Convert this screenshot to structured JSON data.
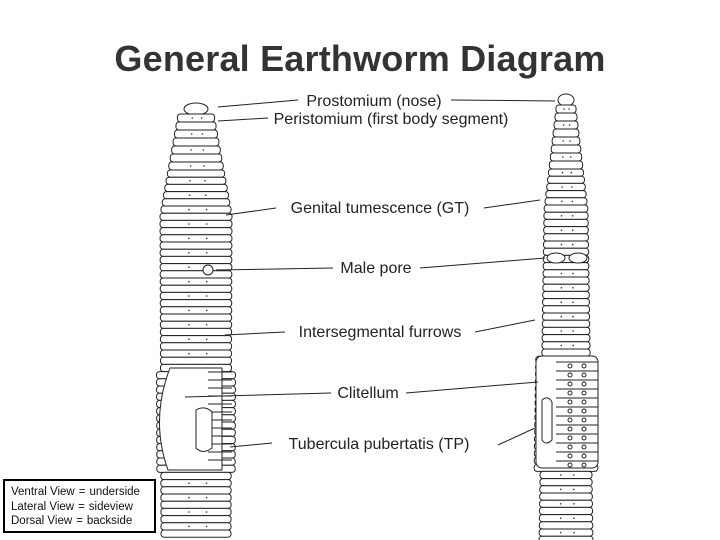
{
  "title": "General Earthworm Diagram",
  "labels": {
    "prostomium": "Prostomium (nose)",
    "peristomium": "Peristomium (first body segment)",
    "genital": "Genital tumescence (GT)",
    "male_pore": "Male pore",
    "furrows": "Intersegmental furrows",
    "clitellum": "Clitellum",
    "tubercula": "Tubercula pubertatis (TP)"
  },
  "legend": [
    {
      "view": "Ventral View",
      "meaning": "underside"
    },
    {
      "view": "Lateral View",
      "meaning": "sideview"
    },
    {
      "view": "Dorsal View",
      "meaning": "backside"
    }
  ]
}
